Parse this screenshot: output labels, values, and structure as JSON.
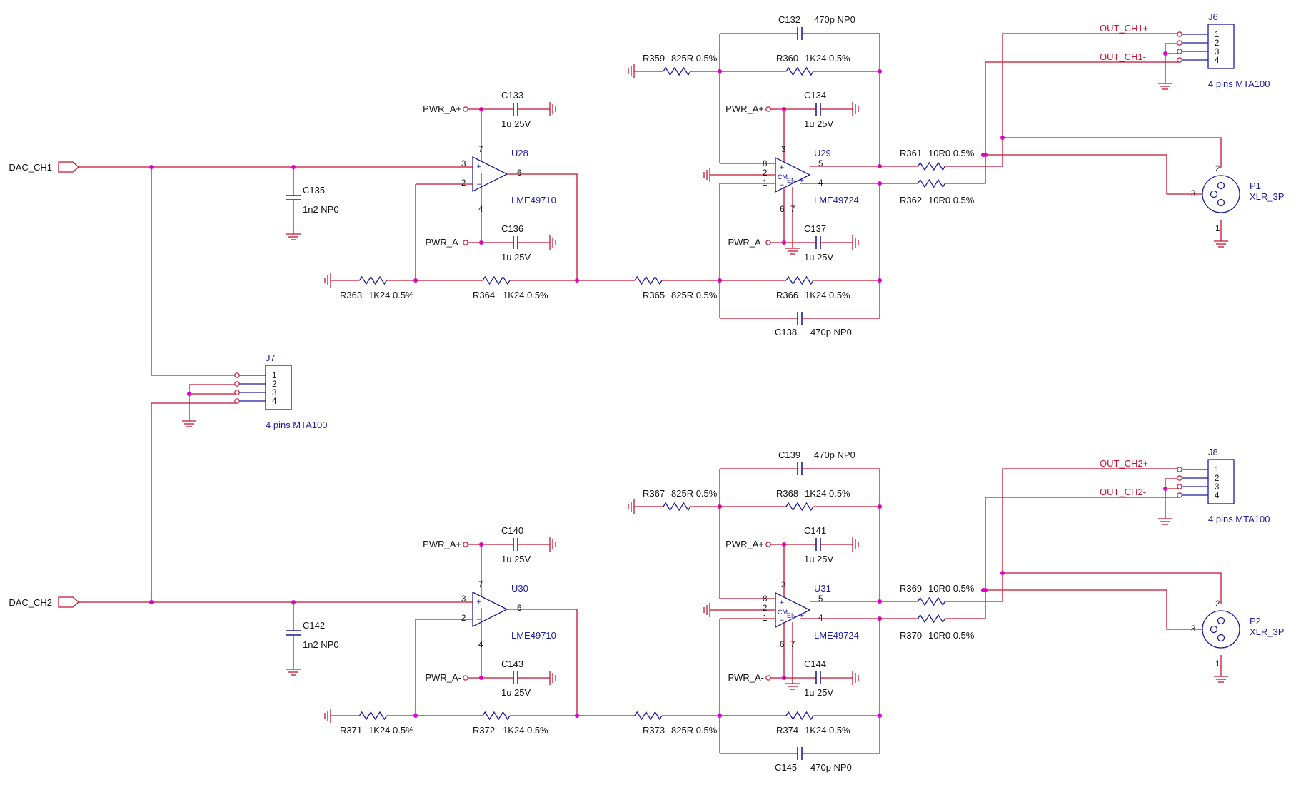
{
  "ports": {
    "dac_ch1": "DAC_CH1",
    "dac_ch2": "DAC_CH2"
  },
  "power": {
    "pos": "PWR_A+",
    "neg": "PWR_A-"
  },
  "nets": {
    "out_ch1_pos": "OUT_CH1+",
    "out_ch1_neg": "OUT_CH1-",
    "out_ch2_pos": "OUT_CH2+",
    "out_ch2_neg": "OUT_CH2-"
  },
  "channels": [
    {
      "u_se": "U28",
      "u_se_part": "LME49710",
      "u_diff": "U29",
      "u_diff_part": "LME49724",
      "c_in": {
        "ref": "C135",
        "val": "1n2 NP0"
      },
      "c_se_pos": {
        "ref": "C133",
        "val": "1u 25V"
      },
      "c_se_neg": {
        "ref": "C136",
        "val": "1u 25V"
      },
      "c_diff_pos": {
        "ref": "C134",
        "val": "1u 25V"
      },
      "c_diff_neg": {
        "ref": "C137",
        "val": "1u 25V"
      },
      "c_fb_top": {
        "ref": "C132",
        "val": "470p NP0"
      },
      "c_fb_bot": {
        "ref": "C138",
        "val": "470p NP0"
      },
      "r_gnd_top": {
        "ref": "R359",
        "val": "825R 0.5%"
      },
      "r_fb_top": {
        "ref": "R360",
        "val": "1K24 0.5%"
      },
      "r_out_pos": {
        "ref": "R361",
        "val": "10R0 0.5%"
      },
      "r_out_neg": {
        "ref": "R362",
        "val": "10R0 0.5%"
      },
      "r_gnd_se": {
        "ref": "R363",
        "val": "1K24 0.5%"
      },
      "r_fb_se": {
        "ref": "R364",
        "val": "1K24 0.5%"
      },
      "r_in_diff": {
        "ref": "R365",
        "val": "825R 0.5%"
      },
      "r_fb_bot": {
        "ref": "R366",
        "val": "1K24 0.5%"
      },
      "hdr": {
        "ref": "J6",
        "val": "4 pins MTA100"
      },
      "xlr": {
        "ref": "P1",
        "val": "XLR_3P"
      },
      "net_pos": "OUT_CH1+",
      "net_neg": "OUT_CH1-"
    },
    {
      "u_se": "U30",
      "u_se_part": "LME49710",
      "u_diff": "U31",
      "u_diff_part": "LME49724",
      "c_in": {
        "ref": "C142",
        "val": "1n2 NP0"
      },
      "c_se_pos": {
        "ref": "C140",
        "val": "1u 25V"
      },
      "c_se_neg": {
        "ref": "C143",
        "val": "1u 25V"
      },
      "c_diff_pos": {
        "ref": "C141",
        "val": "1u 25V"
      },
      "c_diff_neg": {
        "ref": "C144",
        "val": "1u 25V"
      },
      "c_fb_top": {
        "ref": "C139",
        "val": "470p NP0"
      },
      "c_fb_bot": {
        "ref": "C145",
        "val": "470p NP0"
      },
      "r_gnd_top": {
        "ref": "R367",
        "val": "825R 0.5%"
      },
      "r_fb_top": {
        "ref": "R368",
        "val": "1K24 0.5%"
      },
      "r_out_pos": {
        "ref": "R369",
        "val": "10R0 0.5%"
      },
      "r_out_neg": {
        "ref": "R370",
        "val": "10R0 0.5%"
      },
      "r_gnd_se": {
        "ref": "R371",
        "val": "1K24 0.5%"
      },
      "r_fb_se": {
        "ref": "R372",
        "val": "1K24 0.5%"
      },
      "r_in_diff": {
        "ref": "R373",
        "val": "825R 0.5%"
      },
      "r_fb_bot": {
        "ref": "R374",
        "val": "1K24 0.5%"
      },
      "hdr": {
        "ref": "J8",
        "val": "4 pins MTA100"
      },
      "xlr": {
        "ref": "P2",
        "val": "XLR_3P"
      },
      "net_pos": "OUT_CH2+",
      "net_neg": "OUT_CH2-"
    }
  ],
  "input_header": {
    "ref": "J7",
    "val": "4 pins MTA100"
  },
  "pin_numbers": {
    "p1": "1",
    "p2": "2",
    "p3": "3",
    "p4": "4",
    "p5": "5",
    "p6": "6",
    "p7": "7",
    "p8": "8"
  },
  "opamp_marks": {
    "plus": "+",
    "minus": "−",
    "cm": "CM",
    "en": "EN"
  },
  "colors": {
    "wire": "#c8102e",
    "symbol": "#1a1aa6",
    "junction": "#e000d0"
  }
}
